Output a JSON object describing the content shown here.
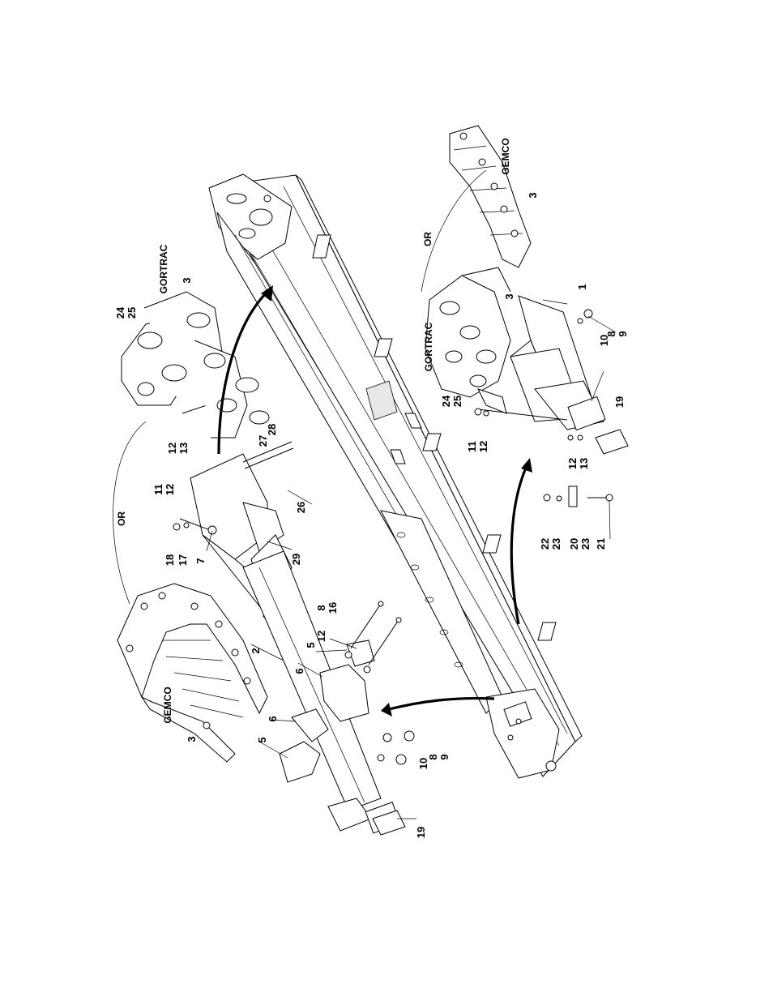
{
  "labels": {
    "or": "OR",
    "gortrac": "GORTRAC",
    "gemco": "GEMCO"
  },
  "callouts": [
    "1",
    "2",
    "3",
    "5",
    "6",
    "7",
    "8",
    "9",
    "10",
    "11",
    "12",
    "13",
    "16",
    "17",
    "18",
    "19",
    "20",
    "21",
    "22",
    "23",
    "24",
    "25",
    "26",
    "27",
    "28",
    "29"
  ]
}
